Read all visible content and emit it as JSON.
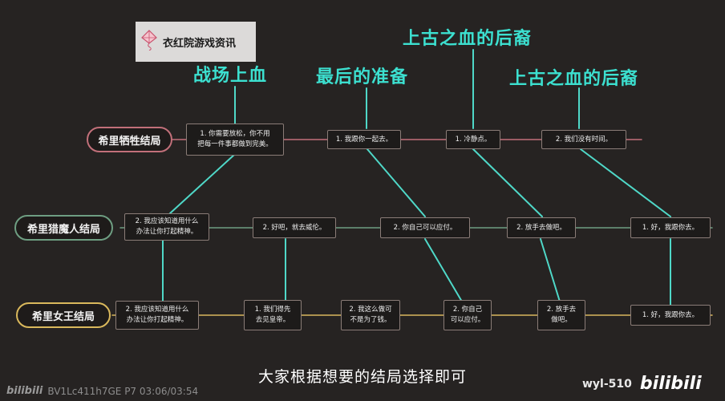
{
  "brand": {
    "name": "衣红院游戏资讯",
    "icon": "kite-icon"
  },
  "headings": [
    "战场上血",
    "最后的准备",
    "上古之血的后裔",
    "上古之血的后裔"
  ],
  "endings": [
    "希里牺牲结局",
    "希里猎魔人结局",
    "希里女王结局"
  ],
  "rows": [
    [
      "1. 你需要放松，你不用\n把每一件事都做到完美。",
      "1. 我跟你一起去。",
      "1. 冷静点。",
      "2. 我们没有时间。"
    ],
    [
      "2. 我应该知道用什么\n办法让你打起精神。",
      "2. 好吧，就去威伦。",
      "2. 你自己可以应付。",
      "2. 放手去做吧。",
      "1. 好，我跟你去。"
    ],
    [
      "2. 我应该知道用什么\n办法让你打起精神。",
      "1. 我们得先\n去见皇帝。",
      "2. 我这么做可\n不是为了钱。",
      "2. 你自己\n可以应付。",
      "2. 放手去\n做吧。",
      "1. 好，我跟你去。"
    ]
  ],
  "colors": {
    "connector": "#4fd8c8",
    "ending_sacrifice": "#c2707a",
    "ending_witcher": "#6e9e82",
    "ending_empress": "#d9b85c",
    "heading": "#3ce0d0"
  },
  "subtitle": "大家根据想要的结局选择即可",
  "footer": {
    "logo": "bilibili",
    "video_info": "BV1Lc411h7GE P7 03:06/03:54",
    "uploader": "wyl-510",
    "logo_right": "bilibili"
  }
}
